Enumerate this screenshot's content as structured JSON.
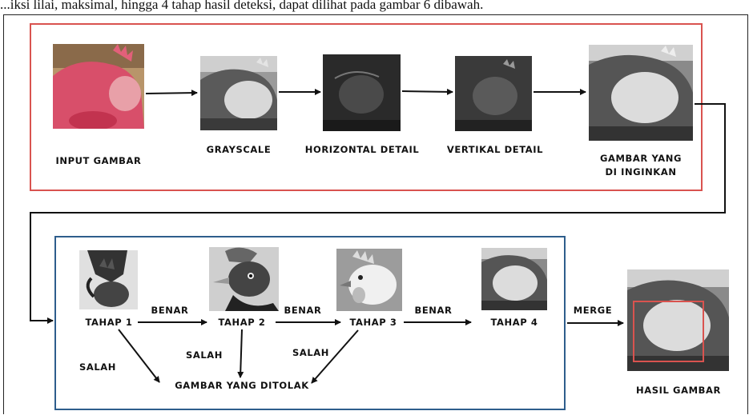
{
  "top_text": "...iksi lilai, maksimal, hingga 4 tahap hasil deteksi, dapat dilihat pada gambar 6 dibawah.",
  "stage1": {
    "input_label": "INPUT GAMBAR",
    "grayscale_label": "GRAYSCALE",
    "horizontal_label": "HORIZONTAL DETAIL",
    "vertical_label": "VERTIKAL DETAIL",
    "desired_label_line1": "GAMBAR YANG",
    "desired_label_line2": "DI INGINKAN"
  },
  "stage2": {
    "tahap1": "TAHAP 1",
    "tahap2": "TAHAP 2",
    "tahap3": "TAHAP 3",
    "tahap4": "TAHAP 4",
    "benar1": "BENAR",
    "benar2": "BENAR",
    "benar3": "BENAR",
    "salah1": "SALAH",
    "salah2": "SALAH",
    "salah3": "SALAH",
    "rejected": "GAMBAR YANG DITOLAK",
    "merge": "MERGE",
    "result": "HASIL GAMBAR"
  },
  "colors": {
    "red_box": "#d9534f",
    "blue_box": "#2e5d8c",
    "arrow": "#111111"
  }
}
